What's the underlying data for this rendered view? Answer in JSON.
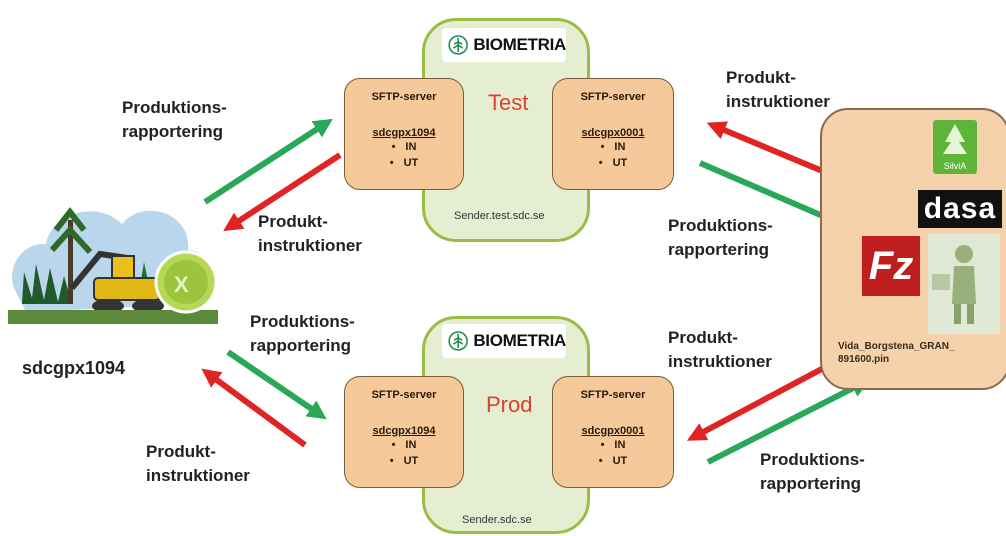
{
  "test_env": {
    "logo": "BIOMETRIA",
    "name": "Test",
    "domain": "Sender.test.sdc.se",
    "servers": [
      {
        "title": "SFTP-server",
        "host": "sdcgpx1094",
        "folders": [
          "IN",
          "UT"
        ]
      },
      {
        "title": "SFTP-server",
        "host": "sdcgpx0001",
        "folders": [
          "IN",
          "UT"
        ]
      }
    ]
  },
  "prod_env": {
    "logo": "BIOMETRIA",
    "name": "Prod",
    "domain": "Sender.sdc.se",
    "servers": [
      {
        "title": "SFTP-server",
        "host": "sdcgpx1094",
        "folders": [
          "IN",
          "UT"
        ]
      },
      {
        "title": "SFTP-server",
        "host": "sdcgpx0001",
        "folders": [
          "IN",
          "UT"
        ]
      }
    ]
  },
  "left_client": {
    "name": "sdcgpx1094"
  },
  "right_client": {
    "silvia": "SilviA",
    "dasa": "dasa",
    "filezilla": "Fz",
    "filename": "Vida_Borgstena_GRAN_\n891600.pin"
  },
  "labels": {
    "rapportering": "Produktions-\nrapportering",
    "instruktioner": "Produkt-\ninstruktioner"
  },
  "colors": {
    "report_arrow": "#2aa85a",
    "instruction_arrow": "#e02424",
    "env_border": "#9bbd45",
    "server_fill": "#f5c99a"
  }
}
